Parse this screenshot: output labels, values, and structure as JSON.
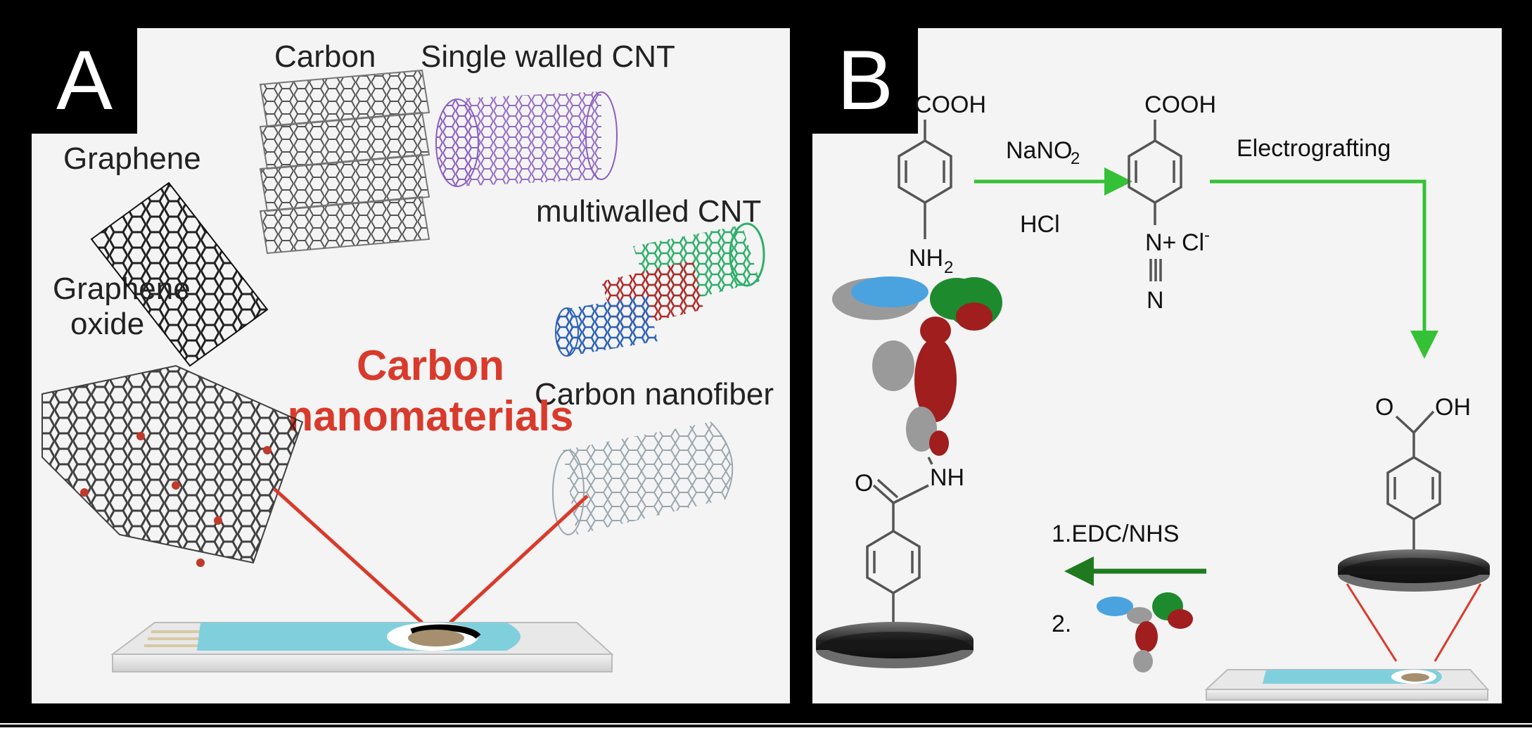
{
  "panel_a": {
    "letter": "A",
    "labels": {
      "carbon": "Carbon",
      "swcnt": "Single walled CNT",
      "graphene": "Graphene",
      "mwcnt": "multiwalled CNT",
      "graphene_oxide_line1": "Graphene",
      "graphene_oxide_line2": "oxide",
      "nanofiber": "Carbon nanofiber",
      "center_line1": "Carbon",
      "center_line2": "nanomaterials"
    }
  },
  "panel_b": {
    "letter": "B",
    "molecule1": {
      "top": "COOH",
      "bottom": "NH",
      "sub": "2"
    },
    "reagent_top": "NaNO",
    "reagent_top_sub": "2",
    "reagent_bottom": "HCl",
    "molecule2": {
      "top": "COOH",
      "cation": "N+",
      "anion": "Cl",
      "anion_sup": "-",
      "terminal": "N"
    },
    "step_electro": "Electrografting",
    "oh_label": "OH",
    "nh_label": "NH",
    "carbonyl_o": "O",
    "step1": "1.EDC/NHS",
    "step2": "2."
  },
  "colors": {
    "frame": "#000000",
    "panel_bg": "#f4f4f4",
    "arrow_green": "#35c135",
    "dark_green_arrow": "#1f7a1f",
    "red_text": "#d93a2b",
    "electrode_blue": "#7fd0dc"
  }
}
